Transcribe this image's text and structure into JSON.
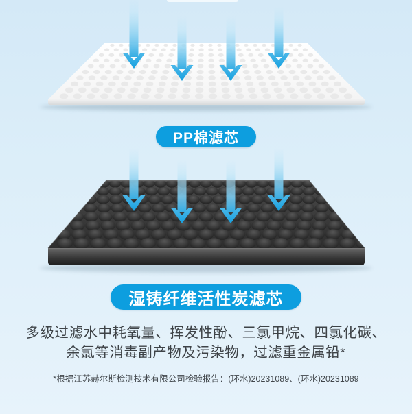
{
  "labels": {
    "layer1": "PP棉滤芯",
    "layer2": "湿铸纤维活性炭滤芯"
  },
  "description": {
    "line1": "多级过滤水中耗氧量、挥发性酚、三氯甲烷、四氯化碳、",
    "line2": "余氯等消毒副产物及污染物，过滤重金属铅*"
  },
  "footnote": "*根据江苏赫尔斯检测技术有限公司检验报告：(环水)20231089、(环水)20231089",
  "icons": {
    "flow_arrows": "down-arrow-icon"
  },
  "colors": {
    "accent_blue": "#0D9EDF",
    "arrow_head_top": "#4BB8E9",
    "arrow_head_bottom": "#17A0DF",
    "arrow_shaft": "#35ADE3",
    "background_top": "#D4E9F7",
    "background_bottom": "#E7F3FB",
    "sheet_white": "#FFFFFF",
    "sheet_white_dot": "#E9E9E9",
    "sheet_black_base": "#3C3C3C",
    "text_dark": "#3E4347"
  }
}
